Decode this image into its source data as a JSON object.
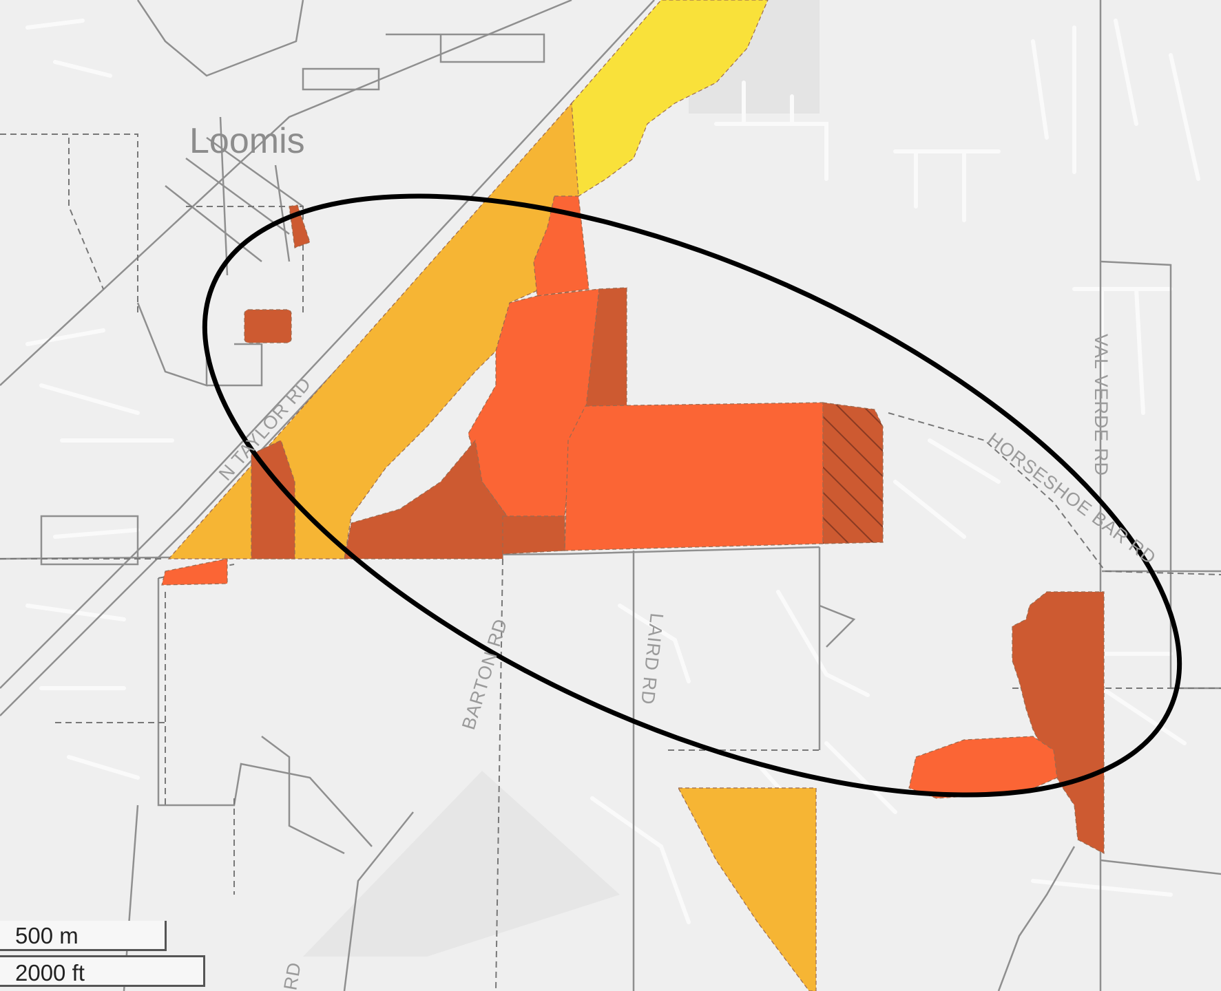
{
  "map": {
    "place_label": "Loomis",
    "road_labels": {
      "taylor": "N TAYLOR RD",
      "horseshoe": "HORSESHOE BAR RD",
      "val_verde": "VAL VERDE RD",
      "barton": "BARTON RD",
      "laird": "LAIRD RD",
      "bottom": "RD"
    },
    "scale": {
      "metric": "500 m",
      "imperial": "2000 ft"
    },
    "colors": {
      "yellow": "#f9e13a",
      "light_orange": "#f6b534",
      "orange": "#fb6535",
      "dark_orange": "#cd5a31",
      "background": "#efefef",
      "road": "#8f8f8f",
      "highlight_ellipse": "#000000"
    },
    "icons": {
      "highlight": "ellipse-outline",
      "hatch": "diagonal-hatch-pattern"
    }
  }
}
